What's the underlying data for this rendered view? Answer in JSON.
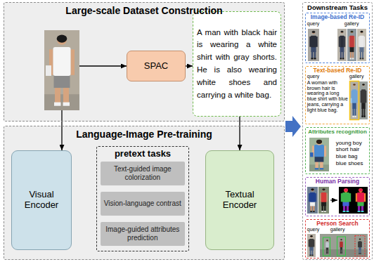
{
  "diagram": {
    "nodes": [
      {
        "text": [
          "Large-scale Dataset Construction"
        ]
      },
      {
        "text": [
          "SPAC"
        ],
        "in": 0
      },
      {
        "text": [
          "A man with black hair is wearing a white shirt with gray shorts. He is also wearing white shoes and carrying a white bag."
        ],
        "in": 0
      },
      {
        "text": [
          "Language-Image Pre-training"
        ]
      },
      {
        "text": [
          "Visual Encoder"
        ],
        "in": 3
      },
      {
        "text": [
          "pretext tasks"
        ],
        "in": 3
      },
      {
        "text": [
          "Text-guided image colorization"
        ],
        "in": 5
      },
      {
        "text": [
          "Vision-language contrast"
        ],
        "in": 5
      },
      {
        "text": [
          "Image-guided attributes prediction"
        ],
        "in": 5
      },
      {
        "text": [
          "Textual Encoder"
        ],
        "in": 3
      },
      {
        "text": [
          "Downstream Tasks"
        ]
      },
      {
        "text": [
          "Image-based Re-ID",
          "query",
          "gallery"
        ],
        "in": 10
      },
      {
        "text": [
          "Text-based Re-ID",
          "query",
          "gallery",
          "A woman with brown hair is wearing a long blue shirt with blue jeans, carrying a light blue bag."
        ],
        "in": 10
      },
      {
        "text": [
          "Attributes recognition",
          "young boy short hair blue bag blue shoes"
        ],
        "in": 10
      },
      {
        "text": [
          "Human Parsing"
        ],
        "in": 10
      },
      {
        "text": [
          "Person Search",
          "query",
          "gallery"
        ],
        "in": 10
      }
    ],
    "edges": [
      {
        "from": 1,
        "to": 2,
        "arrow": "to"
      },
      {
        "from": 2,
        "to": 9,
        "arrow": "to"
      }
    ]
  }
}
